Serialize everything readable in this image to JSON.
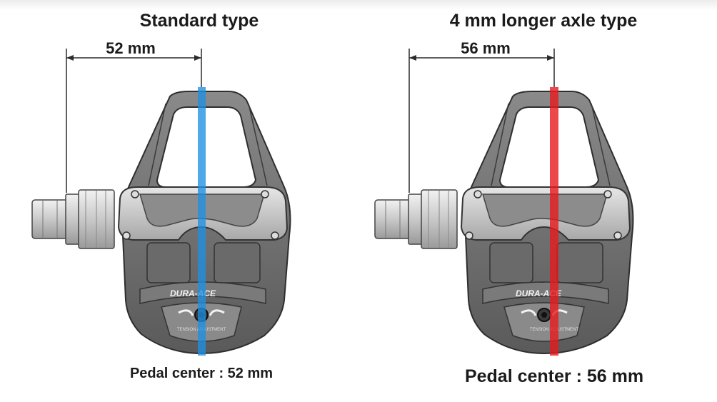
{
  "panels": [
    {
      "title": "Standard type",
      "dimension_label": "52 mm",
      "caption": "Pedal center : 52 mm",
      "center_line_color": "#1e8fe0"
    },
    {
      "title": "4 mm longer axle type",
      "dimension_label": "56 mm",
      "caption": "Pedal center : 56 mm",
      "center_line_color": "#e8191f"
    }
  ],
  "pedal_branding": {
    "model": "DURA-ACE",
    "tension_text": "TENSION ADJUSTMENT"
  }
}
